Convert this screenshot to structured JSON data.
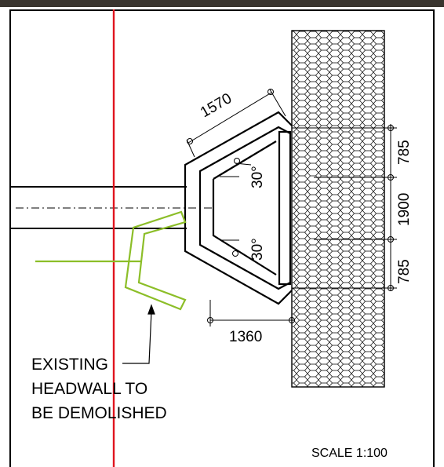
{
  "dimensions": {
    "wing_length": "1570",
    "angle_upper": "30°",
    "angle_lower": "30°",
    "offset_horizontal": "1360",
    "segment_top": "785",
    "segment_middle": "1900",
    "segment_bottom": "785"
  },
  "note": {
    "line1": "EXISTING",
    "line2": "HEADWALL TO",
    "line3": "BE DEMOLISHED"
  },
  "scale_label": "SCALE 1:100",
  "colors": {
    "frame": "#000000",
    "boundary_line": "#e0141e",
    "existing_headwall": "#8cbe28",
    "rock_hatch": "#000000",
    "background": "#ffffff"
  }
}
